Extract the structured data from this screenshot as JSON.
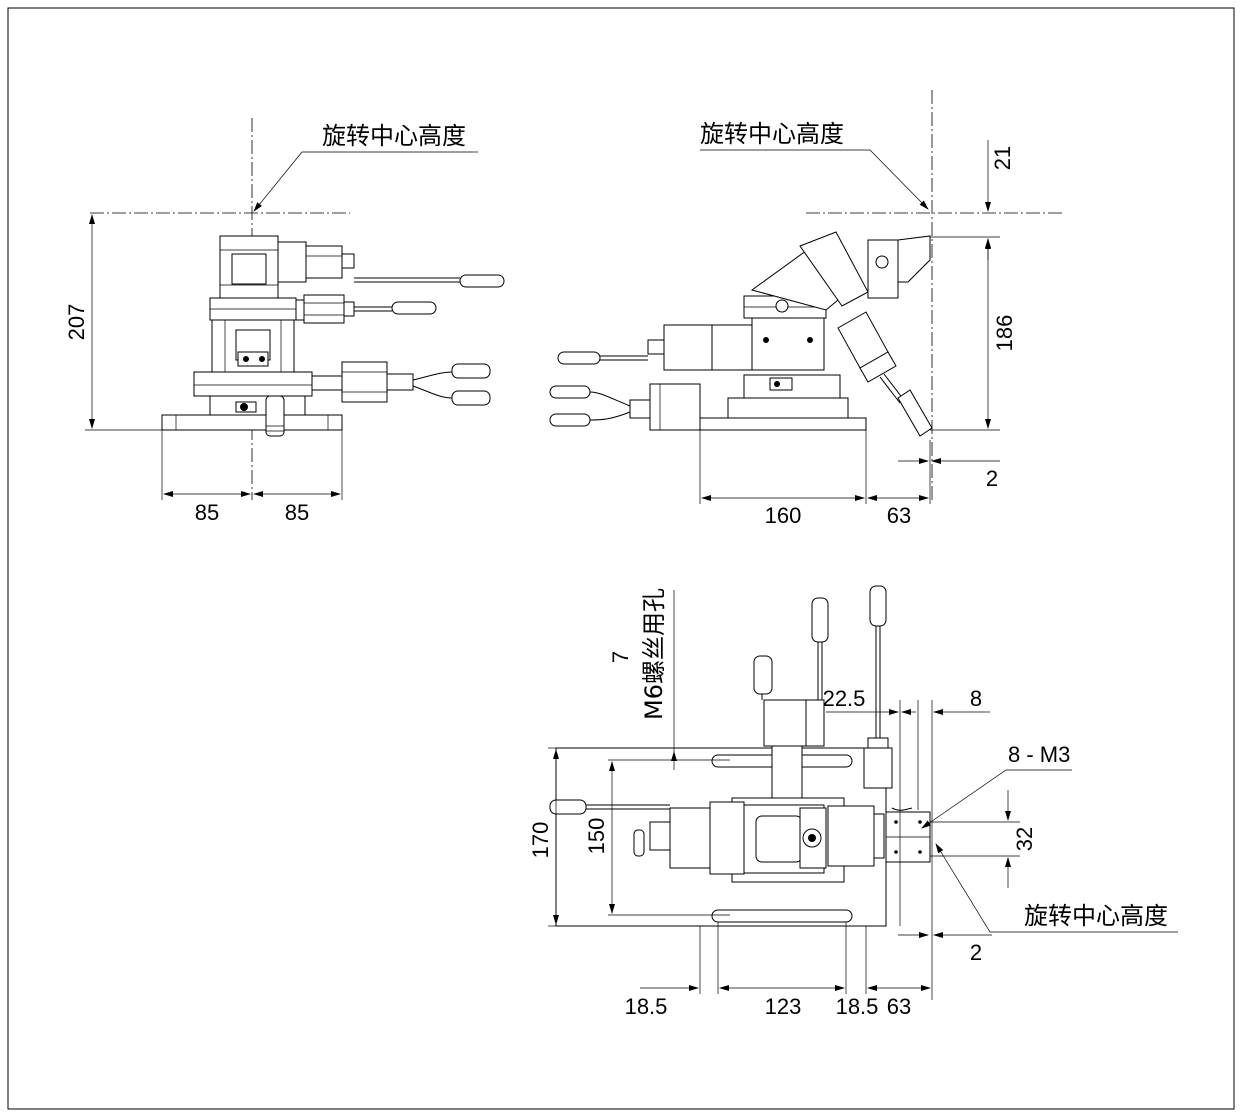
{
  "labels": {
    "rotation_center_height": "旋转中心高度",
    "m6_screw_holes": "M6螺丝用孔",
    "m3_holes": "8 - M3"
  },
  "dims": {
    "front_height": "207",
    "front_half_left": "85",
    "front_half_right": "85",
    "side_top_offset": "21",
    "side_height": "186",
    "side_gap": "2",
    "side_base_width": "160",
    "side_overhang": "63",
    "top_m6_count": "7",
    "top_width_22_5": "22.5",
    "top_offset_8": "8",
    "top_depth_170": "170",
    "top_depth_150": "150",
    "top_width_32": "32",
    "top_gap": "2",
    "top_slot_left": "18.5",
    "top_center_width": "123",
    "top_slot_right": "18.5",
    "top_overhang": "63"
  }
}
